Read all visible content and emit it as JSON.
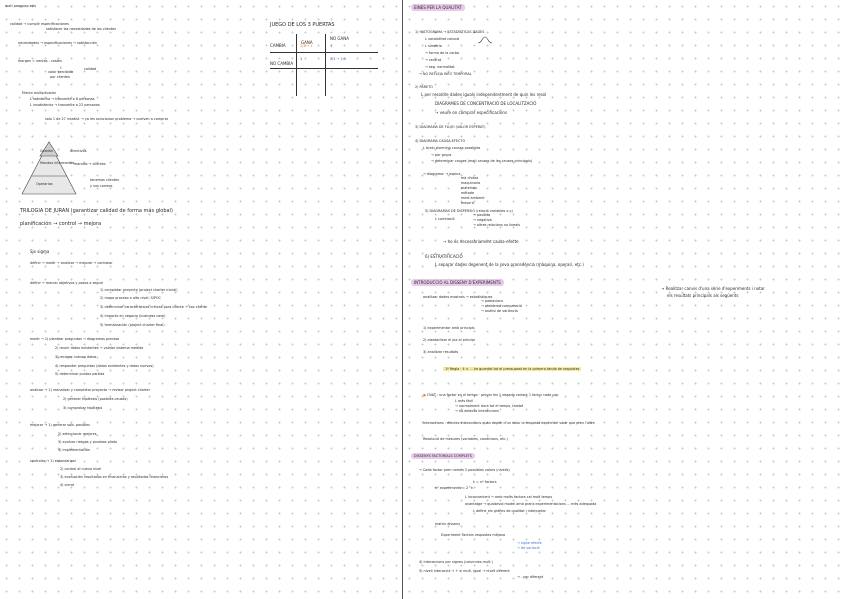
{
  "page_title": "mati pangpap.edu",
  "left": {
    "calidad": [
      "calidad → cumplir especificaciones",
      "satisfacer las necesidades de los clientes"
    ],
    "necesidades": "necesidades → especificaciones → satisfacción",
    "margen": [
      "margen = ventas - costes",
      "¿",
      "valor percibido",
      "por clientes",
      "calidad"
    ],
    "efecto": [
      "Efecto multiplicador",
      "L satisfecho → transmite a 8 personas",
      "L insatisfecho → transmite a 22 personas",
      "solo 1 de 27 insatisf. → ya les solucionan problema → vuelven a comprar"
    ],
    "pyramid": [
      "Gestión",
      "Mandos intermedios",
      "Operarios",
      "directivos",
      "mandos → clientes",
      "tenemos clientes",
      "y sus correos"
    ],
    "trilogia": [
      "TRILOGIA DE JURAN (garantizar calidad de forma más global)",
      "planificación → control → mejora"
    ],
    "sixsigma_title": "Six sigma",
    "dmaic": "definir → medir → analizar → mejorar → controlar",
    "definir": [
      "definir → marcar objetivos y pasos a seguir",
      "1) completar proyecto (project charter inicial)",
      "2) mapa proceso a alto nivel: SIPOC",
      "3) determinar características críticas para cliente → voz cliente",
      "4) impacto en negocio (business case)",
      "5) formalización (project charter final)"
    ],
    "medir": [
      "medir → 1) plantear preguntas → diagramas proceso",
      "2) reunir datos existentes → validar sistema medida",
      "3) recoger nuevos datos",
      "4) responder preguntas (datos existentes y datos nuevos)",
      "5) determinar puntos partida"
    ],
    "analizar": [
      "analizar → 1) reanalizar y completar proyecto → revisar project charter",
      "2) generar hipótesis (posibles causas)",
      "3) comprobar hipótesis"
    ],
    "mejorar": [
      "mejorar → 1) generar sols. posibles",
      "2) seleccionar mejores",
      "3) evaluar riesgos y pruebas piloto",
      "4) implementación"
    ],
    "controlar": [
      "controlar → 1) estandarizar",
      "2) control al nuevo nivel",
      "3) evaluación resultados en financieros y resultados financieros",
      "4) cierre"
    ]
  },
  "juego": {
    "title": "JUEGO DE LOS 3 PUERTAS",
    "headers": [
      "GANA",
      "NO GANA"
    ],
    "rows": [
      {
        "label": "CAMBIA",
        "gana": "2/3 → 1",
        "no_gana": "1"
      },
      {
        "label": "NO CAMBIA",
        "gana": "1",
        "no_gana": "2/3 → 1/3"
      }
    ]
  },
  "right": {
    "title": "EINES PER LA QUALITAT",
    "histograma": [
      "1) HISTOGRAMA → ESTADÍSTICAS DADES",
      "L variabilitat natural",
      "L simetria",
      "→ forma de la corba",
      "→ centrat",
      "→ seg. normalitat",
      "→ NO REFLEJA INFO TEMPORAL"
    ],
    "pareto": [
      "2) PARETO",
      "L per resoldre dades iguals independentment de quin les resol",
      "DIAGRAMES DE CONCENTRACIÓ DE LOCALITZACIÓ",
      "→ veure on comprar especificacions"
    ],
    "diagramaflujo": "3) DIAGRAMA DE FLUJO (VALOR ESPERAT)",
    "causaefecto": [
      "4) DIAGRAMA CAUSA-EFECTO",
      "L brain storming causes possibles",
      "→ per grups",
      "→ determinar causes (mati causes de les causes principals)",
      "→ diagrama: → espina",
      "mà d'obra",
      "maquinaria",
      "materials",
      "mètode",
      "medi ambient",
      "mesura"
    ],
    "dispersio": [
      "5) DIAGRAMAS DE DISPERSIÓ (relació variables x-y)",
      "L correlació",
      "→ positiva",
      "→ negativa",
      "→ altres relacions no lineals",
      "→ no és necessàriament causa-efecte"
    ],
    "estratificacio": [
      "6) ESTRATIFICACIÓ",
      "L separar dades depenent de la seva procedència (màquina, operari, etc.)"
    ],
    "intro_title": "INTRODUCCIÓ AL DISSENY D'EXPERIMENTS",
    "intro_note": [
      "→ Realitzar canvis d'una sèrie d'experiments i notar",
      "els resultats principals als següents"
    ],
    "intro_lines": [
      "analitzar dades mostrals → estadístiques",
      "→ poblacions",
      "→ problema comparació",
      "→ anàlisi de variància",
      "1) experimentar amb principis",
      "2) aleatoritzar el pla al principi",
      "3) analitzar resultats"
    ],
    "regla": "1ª Regla · x̄ ± ... ha guardat tot el pressupost en la primera tanda de respostes",
    "ovat": [
      "OVAT : una factor en el temps · provar les 1 vegada variant 1 factor cada cop",
      "L més fàcil",
      "→ normalment dura tot el temps, també",
      "→ no detecta interaccions",
      "Interaccions : efectes interaccions quan depèn d'un valor la resposta depèn del valor que pren l'altre",
      "Resolució de mesures (variables, condicions, etc.)"
    ],
    "dissenys_title": "DISSENYS FACTORIALS COMPLETS",
    "dissenys": [
      "→ Cada factor pren només 2 possibles valors (nivells)",
      "nº experiments = 2^k",
      "k = nº factors",
      "L inconvenient → amb molts factors cal molt temps",
      "avantatge → qualsevol model amb grans experimentacions ... més adequada",
      "L definir els gràfics de qualitat i interpretar",
      "matriu disseny",
      "Experiment  Factors  respostes  mitjana",
      "→ signe efecte",
      "→ de variació",
      "4) interaccions per signes (columnes mult.)",
      "5) nivell interacció → + si mult. igual → nivell diferent",
      "→ - per diferent"
    ]
  }
}
